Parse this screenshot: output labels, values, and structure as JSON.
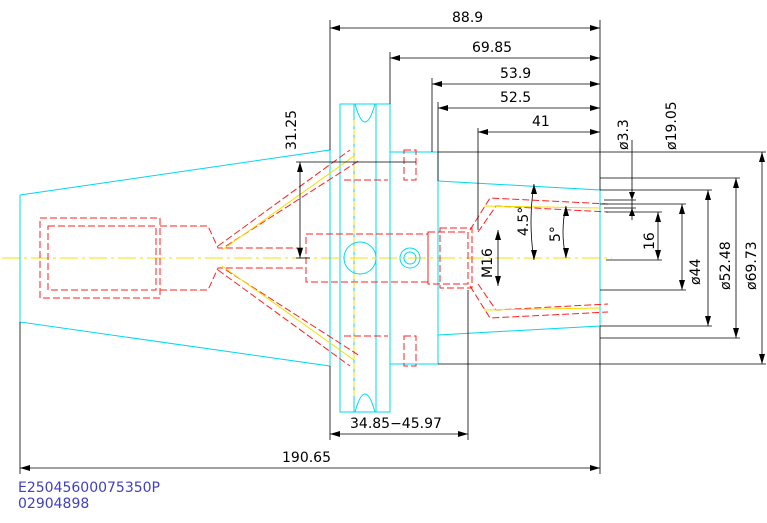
{
  "dimensions": {
    "d_88_9": "88.9",
    "d_69_85": "69.85",
    "d_53_9": "53.9",
    "d_52_5": "52.5",
    "d_41": "41",
    "d_31_25": "31.25",
    "d_phi_3_3": "ø3.3",
    "d_phi_19_05": "ø19.05",
    "d_16": "16",
    "d_phi_44": "ø44",
    "d_phi_52_48": "ø52.48",
    "d_phi_69_73": "ø69.73",
    "d_4_5": "4.5°",
    "d_5": "5°",
    "d_m16": "M16",
    "d_range": "34.85−45.97",
    "d_190_65": "190.65"
  },
  "part_codes": {
    "line1": "E25045600075350P",
    "line2": "02904898"
  },
  "colors": {
    "outline": "#00d8f0",
    "hidden": "#ff2020",
    "centerline": "#f0e000",
    "dimension": "#000000",
    "code_text": "#4040c0"
  }
}
